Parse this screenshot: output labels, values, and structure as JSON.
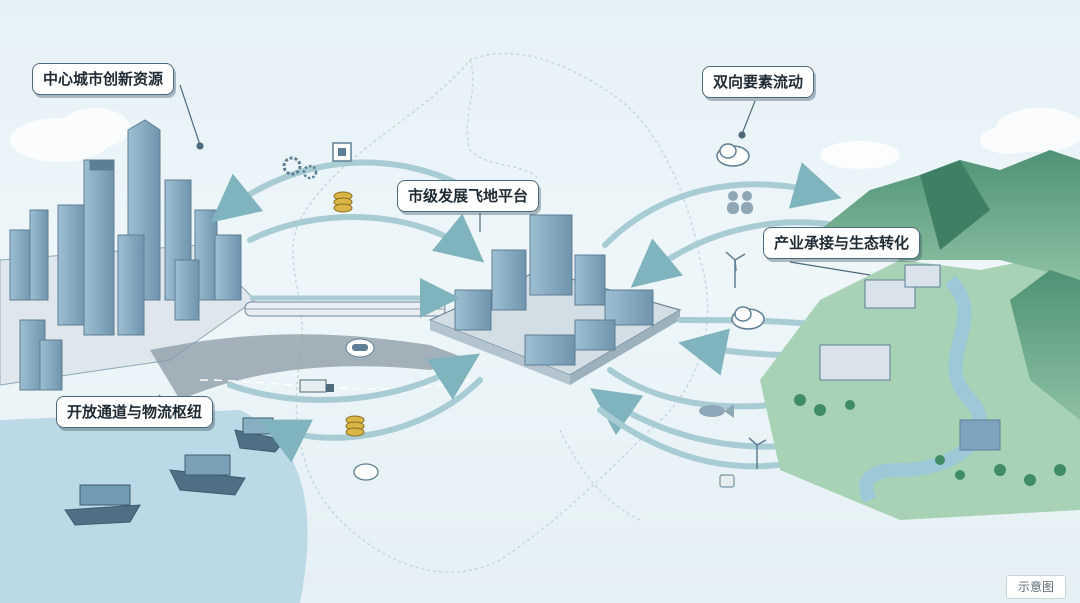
{
  "labels": {
    "central_city_innovation": "中心城市创新资源",
    "city_enclave_platform": "市级发展飞地平台",
    "two_way_flow": "双向要素流动",
    "industry_ecology": "产业承接与生态转化",
    "open_channel_logistics": "开放通道与物流枢纽"
  },
  "badge": "示意图",
  "icons": [
    "chip-icon",
    "gear-icon",
    "coin-stack-icon",
    "cloud-icon",
    "people-icon",
    "wind-turbine-icon",
    "fish-icon",
    "car-icon",
    "truck-icon",
    "ship-icon",
    "battery-icon"
  ],
  "colors": {
    "background": "#e6f1f6",
    "city_blue": "#7fa8c2",
    "arrow_teal": "#a8ccd3",
    "mountain_green": "#5f9f86",
    "river": "#9cc8d8",
    "callout_border": "#4d6a7c"
  }
}
